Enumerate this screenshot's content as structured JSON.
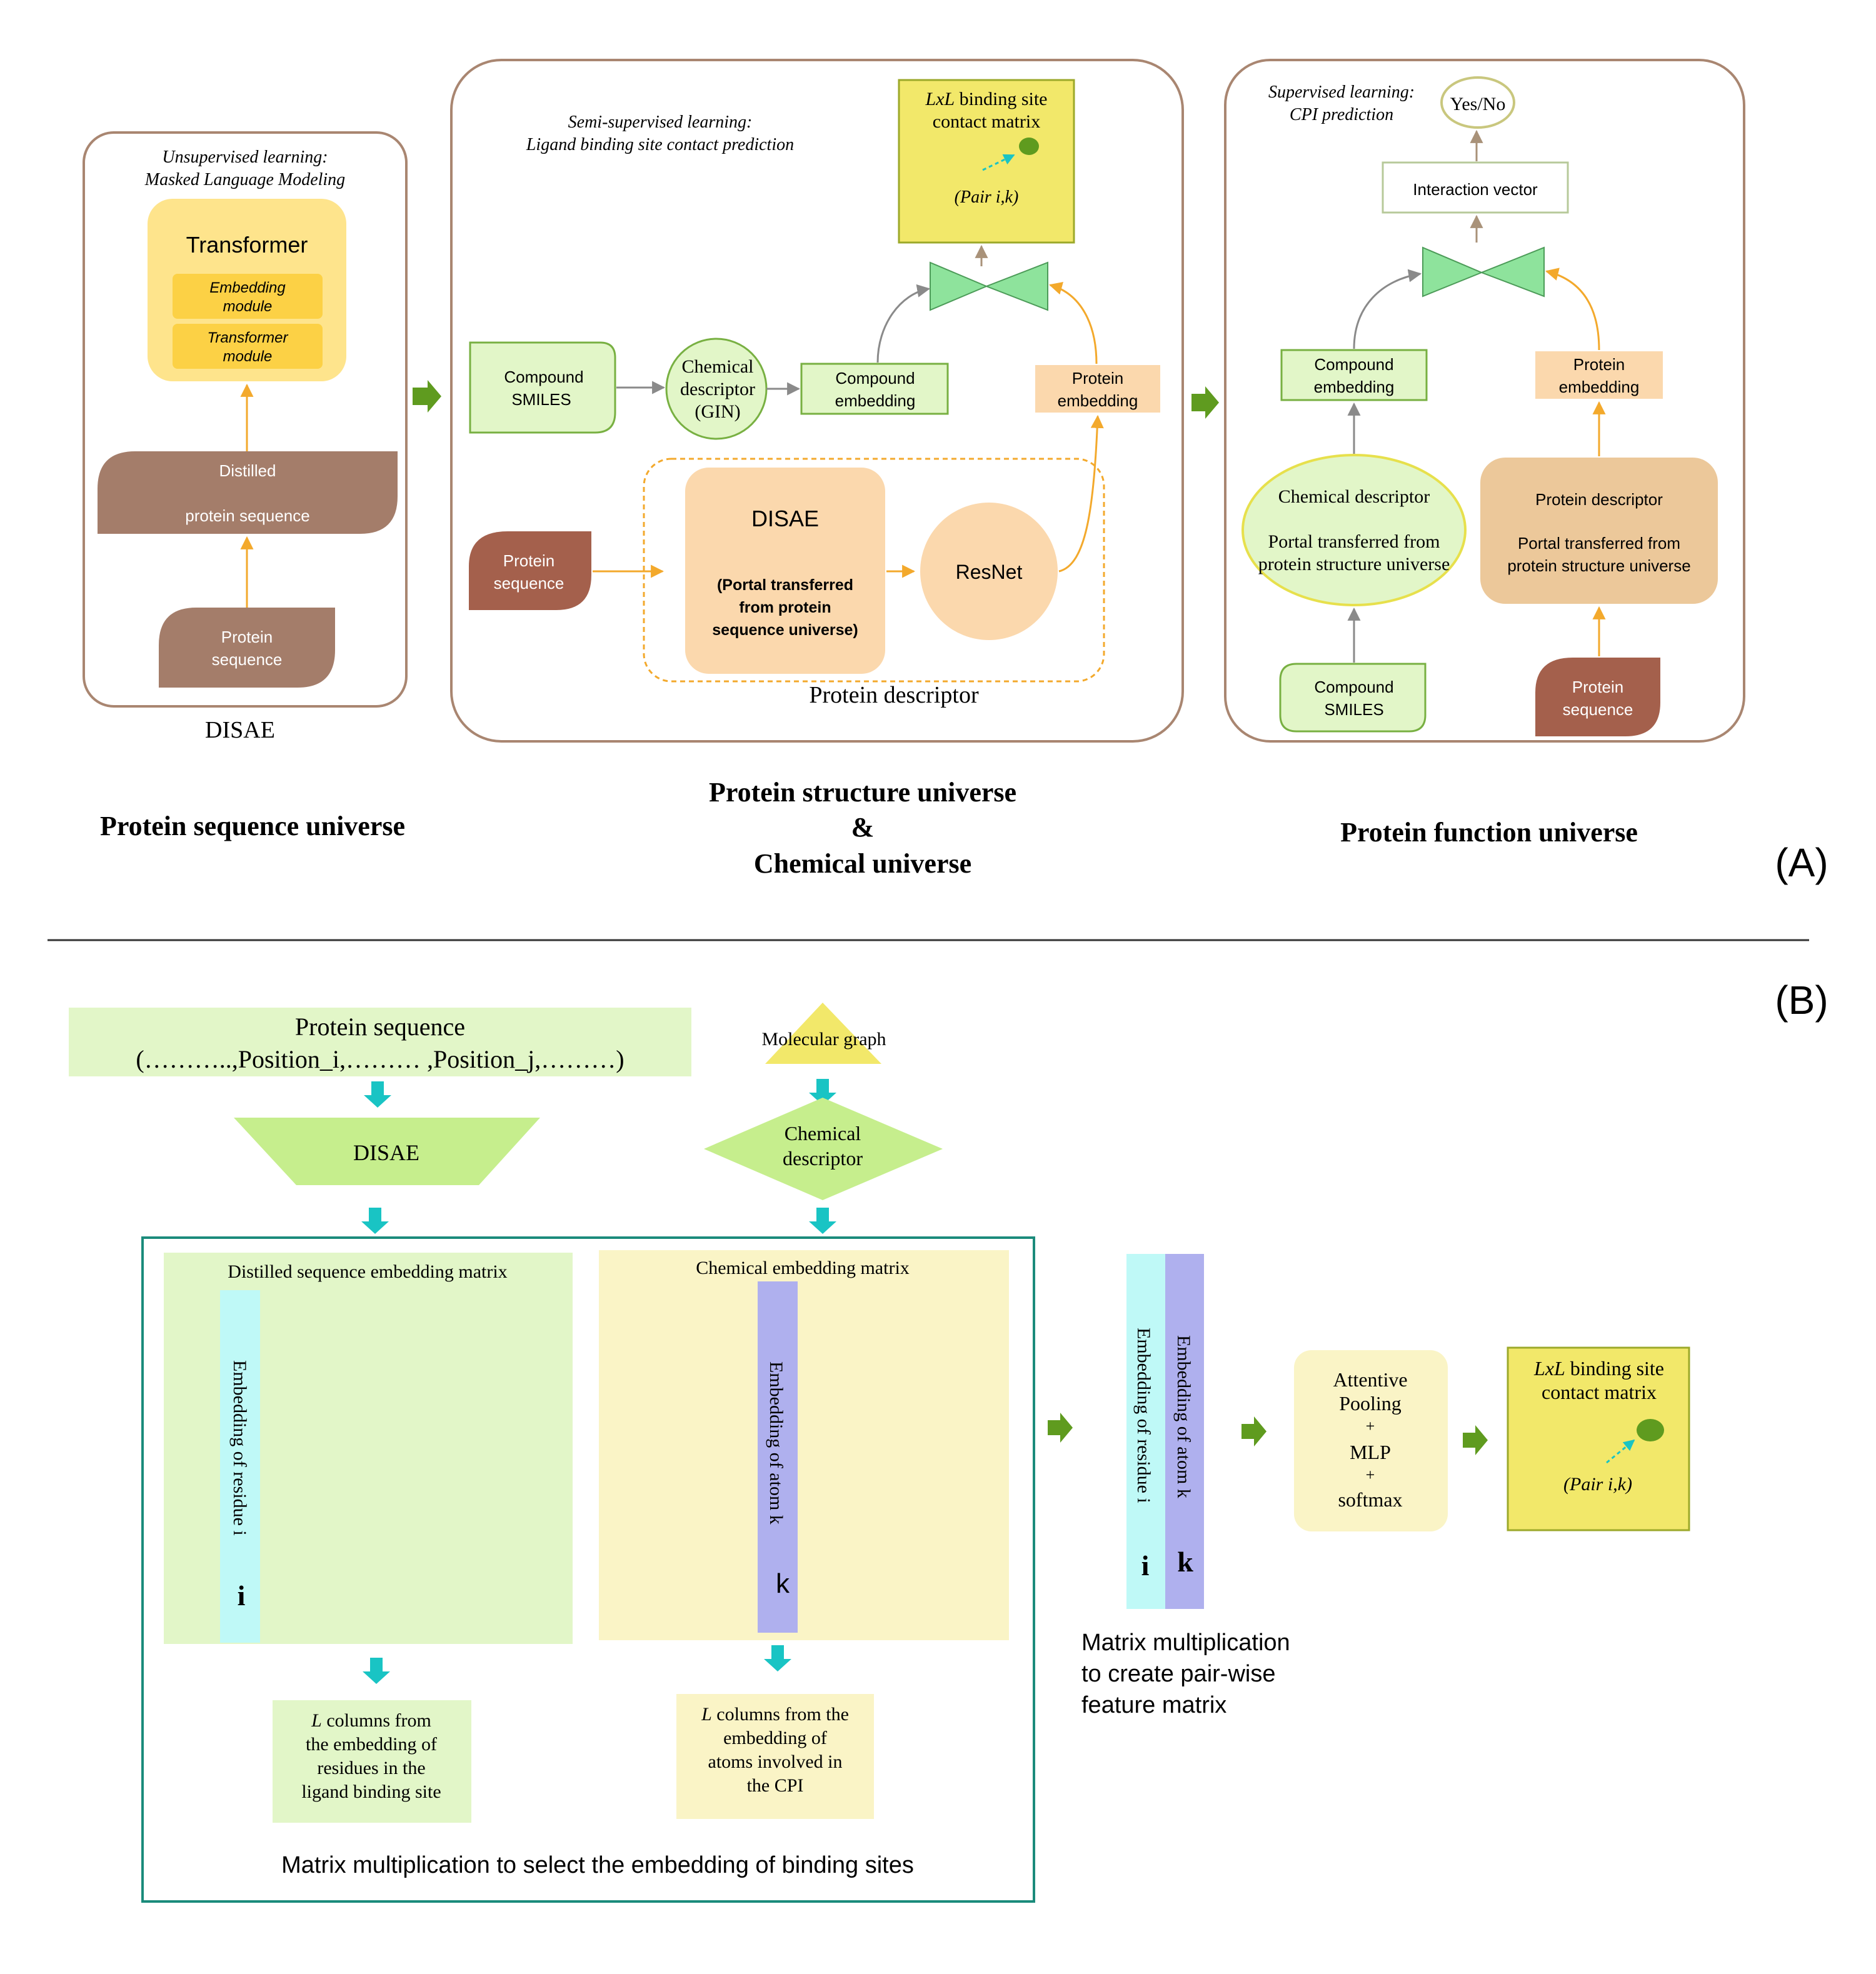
{
  "panel_a": {
    "label": "(A)",
    "universes": {
      "sequence": "Protein sequence universe",
      "structure_line1": "Protein structure universe",
      "structure_line2": "&",
      "structure_line3": "Chemical universe",
      "function": "Protein function universe"
    },
    "sequence_panel": {
      "caption_line1": "Unsupervised learning:",
      "caption_line2": "Masked Language Modeling",
      "transformer_title": "Transformer",
      "embedding_module_line1": "Embedding",
      "embedding_module_line2": "module",
      "transformer_module_line1": "Transformer",
      "transformer_module_line2": "module",
      "distilled_line1": "Distilled",
      "distilled_line2": "protein sequence",
      "protein_seq_line1": "Protein",
      "protein_seq_line2": "sequence",
      "footer": "DISAE"
    },
    "structure_panel": {
      "caption_line1": "Semi-supervised learning:",
      "caption_line2": "Ligand binding site contact prediction",
      "contact_matrix_line1": "LxL binding site",
      "contact_matrix_line2": "contact matrix",
      "pair_label": "(Pair i,k)",
      "compound_smiles_line1": "Compound",
      "compound_smiles_line2": "SMILES",
      "chem_desc_line1": "Chemical",
      "chem_desc_line2": "descriptor",
      "chem_desc_line3": "(GIN)",
      "compound_emb_line1": "Compound",
      "compound_emb_line2": "embedding",
      "protein_emb_line1": "Protein",
      "protein_emb_line2": "embedding",
      "protein_seq_line1": "Protein",
      "protein_seq_line2": "sequence",
      "disae_title": "DISAE",
      "disae_sub_line1": "(Portal transferred",
      "disae_sub_line2": "from protein",
      "disae_sub_line3": "sequence universe)",
      "resnet": "ResNet",
      "protein_descriptor": "Protein descriptor"
    },
    "function_panel": {
      "caption_line1": "Supervised learning:",
      "caption_line2": "CPI prediction",
      "yes_no": "Yes/No",
      "interaction_vector": "Interaction vector",
      "compound_emb_line1": "Compound",
      "compound_emb_line2": "embedding",
      "protein_emb_line1": "Protein",
      "protein_emb_line2": "embedding",
      "chem_desc_title": "Chemical descriptor",
      "chem_desc_line1": "Portal transferred from",
      "chem_desc_line2": "protein structure universe",
      "prot_desc_title": "Protein descriptor",
      "prot_desc_line1": "Portal transferred  from",
      "prot_desc_line2": "protein structure universe",
      "compound_smiles_line1": "Compound",
      "compound_smiles_line2": "SMILES",
      "protein_seq_line1": "Protein",
      "protein_seq_line2": "sequence"
    }
  },
  "panel_b": {
    "label": "(B)",
    "protein_sequence_title": "Protein sequence",
    "protein_sequence_positions": "(………..,Position_i,………  ,Position_j,………)",
    "disae": "DISAE",
    "molecular_graph": "Molecular graph",
    "chem_desc_line1": "Chemical",
    "chem_desc_line2": "descriptor",
    "distilled_matrix": "Distilled sequence embedding matrix",
    "chemical_matrix": "Chemical embedding matrix",
    "residue_embedding": "Embedding of residue i",
    "residue_index": "i",
    "atom_embedding": "Embedding of atom k",
    "atom_index": "k",
    "l_columns_residues_line1": "L columns from",
    "l_columns_residues_line2": "the embedding of",
    "l_columns_residues_line3": "residues in the",
    "l_columns_residues_line4": "ligand binding site",
    "l_columns_atoms_line1": "L columns from the",
    "l_columns_atoms_line2": "embedding of",
    "l_columns_atoms_line3": "atoms involved  in",
    "l_columns_atoms_line4": "the CPI",
    "select_caption": "Matrix multiplication  to select the embedding of binding sites",
    "pairwise_line1": "Matrix multiplication",
    "pairwise_line2": "to create pair-wise",
    "pairwise_line3": "feature matrix",
    "pooling_line1": "Attentive",
    "pooling_line2": "Pooling",
    "pooling_line3": "+",
    "pooling_line4": "MLP",
    "pooling_line5": "+",
    "pooling_line6": "softmax",
    "contact_matrix_line1": "LxL binding site",
    "contact_matrix_line2": "contact matrix",
    "pair_label": "(Pair i,k)"
  },
  "colors": {
    "panel_border": "#a98671",
    "brown_fill": "#a47d6a",
    "dark_brown_fill": "#a4604c",
    "light_green": "#e2f6c8",
    "green_border": "#78b042",
    "peach": "#fbd8ad",
    "tan": "#ecc89a",
    "yellow": "#f2e86a",
    "yellow_border": "#9ca92a",
    "bowtie": "#8ee39c",
    "arrow_green": "#5f9b1f",
    "arrow_teal": "#19c4c4",
    "cyan_strip": "#bff9f7",
    "purple_strip": "#afb0ee",
    "teal_border": "#1b8b7b"
  }
}
